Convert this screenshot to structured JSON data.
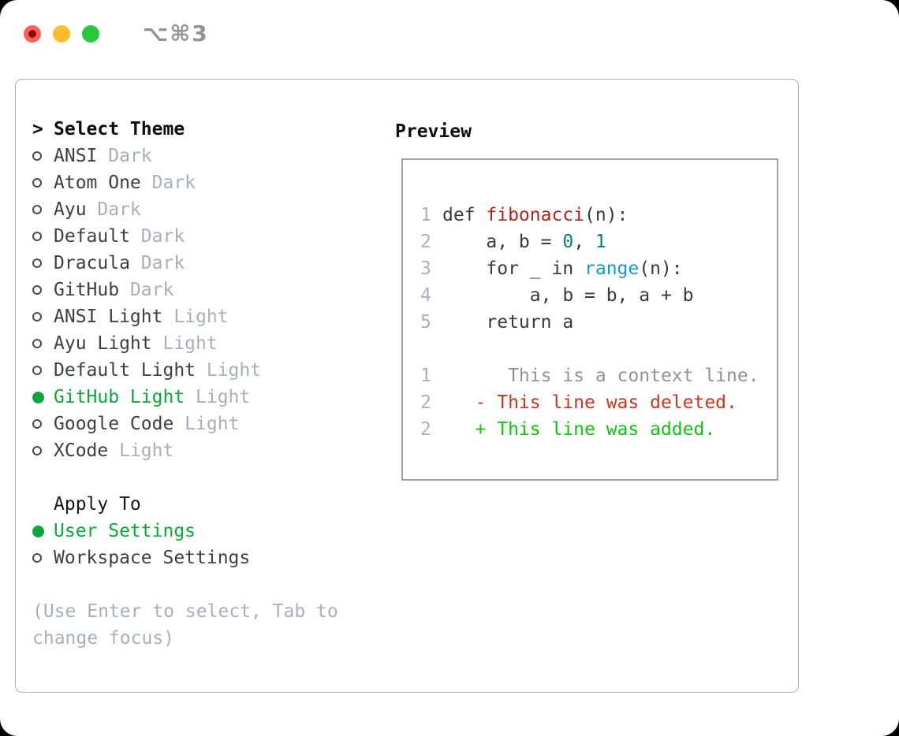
{
  "colors": {
    "selected_green": "#0aa83a",
    "added_green": "#10c310",
    "deleted_red": "#cb3423",
    "function_red": "#b0221a",
    "number_teal": "#0a7f81",
    "builtin_blue": "#1598d4",
    "muted_gray": "#a7afbc",
    "text_dark": "#3a4048",
    "traffic_red": "#ff5f57",
    "traffic_yellow": "#febc2e",
    "traffic_green": "#28c840"
  },
  "titlebar": {
    "shortcut": "⌥⌘3",
    "buttons": [
      "close",
      "minimize",
      "zoom"
    ]
  },
  "selector": {
    "prompt_marker": ">",
    "title": "Select Theme",
    "themes": [
      {
        "label": "ANSI",
        "variant": "Dark",
        "selected": false
      },
      {
        "label": "Atom One",
        "variant": "Dark",
        "selected": false
      },
      {
        "label": "Ayu",
        "variant": "Dark",
        "selected": false
      },
      {
        "label": "Default",
        "variant": "Dark",
        "selected": false
      },
      {
        "label": "Dracula",
        "variant": "Dark",
        "selected": false
      },
      {
        "label": "GitHub",
        "variant": "Dark",
        "selected": false
      },
      {
        "label": "ANSI Light",
        "variant": "Light",
        "selected": false
      },
      {
        "label": "Ayu Light",
        "variant": "Light",
        "selected": false
      },
      {
        "label": "Default Light",
        "variant": "Light",
        "selected": false
      },
      {
        "label": "GitHub Light",
        "variant": "Light",
        "selected": true
      },
      {
        "label": "Google Code",
        "variant": "Light",
        "selected": false
      },
      {
        "label": "XCode",
        "variant": "Light",
        "selected": false
      }
    ],
    "apply_heading": "Apply To",
    "apply_options": [
      {
        "label": "User Settings",
        "selected": true
      },
      {
        "label": "Workspace Settings",
        "selected": false
      }
    ],
    "hint": "(Use Enter to select, Tab to change focus)"
  },
  "preview": {
    "heading": "Preview",
    "code_block": [
      {
        "num": "1",
        "segments": [
          {
            "t": "def ",
            "c": "code"
          },
          {
            "t": "fibonacci",
            "c": "func"
          },
          {
            "t": "(n):",
            "c": "code"
          }
        ]
      },
      {
        "num": "2",
        "segments": [
          {
            "t": "    a, b = ",
            "c": "code"
          },
          {
            "t": "0",
            "c": "number"
          },
          {
            "t": ", ",
            "c": "code"
          },
          {
            "t": "1",
            "c": "number"
          }
        ]
      },
      {
        "num": "3",
        "segments": [
          {
            "t": "    for _ in ",
            "c": "code"
          },
          {
            "t": "range",
            "c": "builtin"
          },
          {
            "t": "(n):",
            "c": "code"
          }
        ]
      },
      {
        "num": "4",
        "segments": [
          {
            "t": "        a, b = b, a + b",
            "c": "code"
          }
        ]
      },
      {
        "num": "5",
        "segments": [
          {
            "t": "    return a",
            "c": "code"
          }
        ]
      }
    ],
    "diff_block": [
      {
        "num": "1",
        "segments": [
          {
            "t": "      This is a context line.",
            "c": "context"
          }
        ]
      },
      {
        "num": "2",
        "segments": [
          {
            "t": "   - This line was deleted.",
            "c": "deleted"
          }
        ]
      },
      {
        "num": "2",
        "segments": [
          {
            "t": "   + This line was added.",
            "c": "added"
          }
        ]
      }
    ]
  }
}
